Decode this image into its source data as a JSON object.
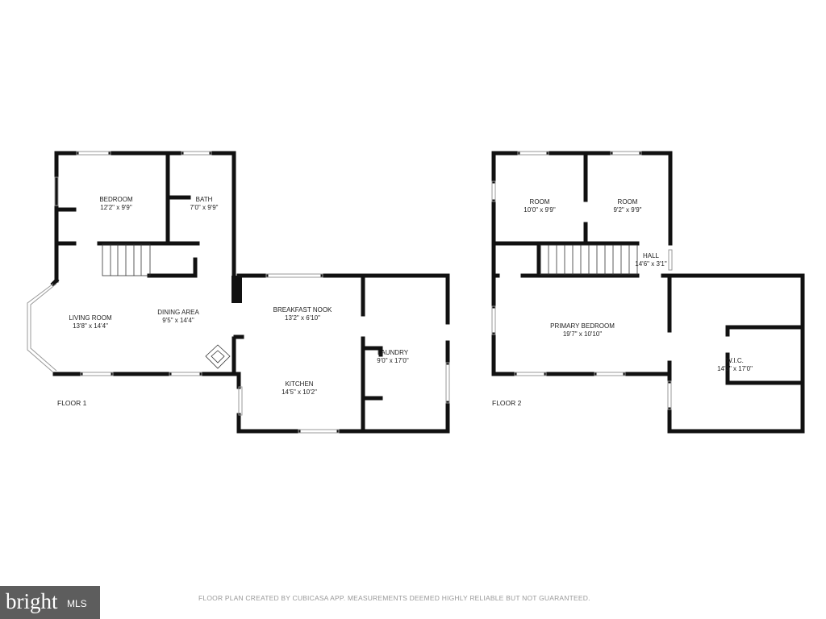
{
  "floors": [
    {
      "label": "FLOOR 1",
      "rooms": [
        {
          "name": "BEDROOM",
          "size": "12'2\" x 9'9\""
        },
        {
          "name": "BATH",
          "size": "7'0\" x 9'9\""
        },
        {
          "name": "LIVING ROOM",
          "size": "13'8\" x 14'4\""
        },
        {
          "name": "DINING AREA",
          "size": "9'5\" x 14'4\""
        },
        {
          "name": "BREAKFAST NOOK",
          "size": "13'2\" x 6'10\""
        },
        {
          "name": "KITCHEN",
          "size": "14'5\" x 10'2\""
        },
        {
          "name": "LAUNDRY",
          "size": "9'0\" x 17'0\""
        }
      ]
    },
    {
      "label": "FLOOR 2",
      "rooms": [
        {
          "name": "ROOM",
          "size": "10'0\" x 9'9\""
        },
        {
          "name": "ROOM",
          "size": "9'2\" x 9'9\""
        },
        {
          "name": "HALL",
          "size": "14'6\" x 3'1\""
        },
        {
          "name": "PRIMARY BEDROOM",
          "size": "19'7\" x 10'10\""
        },
        {
          "name": "W.I.C.",
          "size": "14'3\" x 17'0\""
        }
      ]
    }
  ],
  "logo": {
    "text": "bright",
    "suffix": "MLS",
    "accent": "#c0392b"
  },
  "disclaimer": "FLOOR PLAN CREATED BY CUBICASA APP. MEASUREMENTS DEEMED HIGHLY RELIABLE BUT NOT GUARANTEED."
}
